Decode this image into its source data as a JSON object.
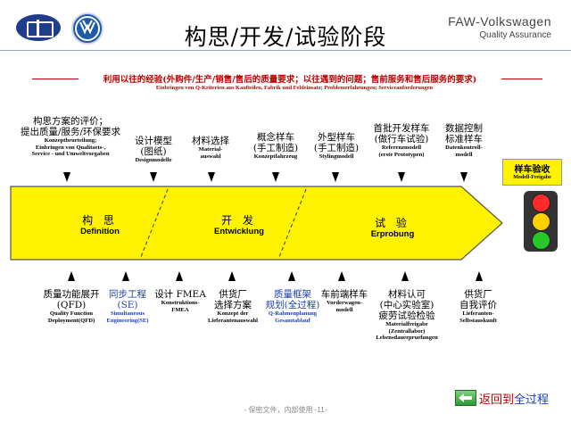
{
  "header": {
    "title": "构思/开发/试验阶段",
    "brand_line1": "FAW-Volkswagen",
    "brand_line2": "Quality Assurance"
  },
  "colors": {
    "accent_red": "#c00000",
    "blue_text": "#1a3fb0",
    "arrow_fill": "#fff200",
    "release_box": "#fff200"
  },
  "intro": {
    "cn": "利用以往的经验(外购件/生产/销售/售后的质量要求；以往遇到的问题；售前服务和售后服务的要求)",
    "de": "Einbringen von Q-Kriterien aus Kaufteilen, Fabrik und Feldeinsatz; Problemerfahrungen; Serviceanforderungen"
  },
  "phases": [
    {
      "cn": "构 思",
      "de": "Definition"
    },
    {
      "cn": "开 发",
      "de": "Entwicklung"
    },
    {
      "cn": "试 验",
      "de": "Erprobung"
    }
  ],
  "top_items": [
    {
      "cn": "构思方案的评价；\n提出质量/服务/环保要求",
      "de": "Konzeptbeurteilung;\nEinbringen von Qualitaets-,\nService - und Umweltvorgaben"
    },
    {
      "cn": "设计模型\n(图纸)",
      "de": "Designmodelle"
    },
    {
      "cn": "材料选择",
      "de": "Material-\nauswahl"
    },
    {
      "cn": "概念样车\n(手工制造)",
      "de": "Konzeptfahrzeug"
    },
    {
      "cn": "外型样车\n(手工制造)",
      "de": "Stylingmodell"
    },
    {
      "cn": "首批开发样车\n(做行车试验)",
      "de": "Referenzmodell\n(erste Prototypen)"
    },
    {
      "cn": "数据控制\n标准样车",
      "de": "Datenkontroll-\nmodell"
    }
  ],
  "bottom_items": [
    {
      "cn": "质量功能展开\n(QFD)",
      "de": "Quality Function\nDeployment(QFD)",
      "blue": false
    },
    {
      "cn": "同步工程\n(SE)",
      "de": "Simultaneous\nEngineering(SE)",
      "blue": true
    },
    {
      "cn": "设计 FMEA",
      "de": "Konstruktions-\nFMEA",
      "blue": false
    },
    {
      "cn": "供货厂\n选择方案",
      "de": "Konzept der\nLieferantenauswahl",
      "blue": false
    },
    {
      "cn": "质量框架\n规划(全过程)",
      "de": "Q-Rahmenplanung\nGesamtablauf",
      "blue": true
    },
    {
      "cn": "车前端样车",
      "de": "Vorderwagen-\nmodell",
      "blue": false
    },
    {
      "cn": "材料认可\n(中心实验室)\n疲劳试验检验",
      "de": "Materialfreigabe\n(Zentrallabor)\nLebensdauerpruefungen",
      "blue": false
    },
    {
      "cn": "供货厂\n自我评价",
      "de": "Lieferanten-\nSelbstauskunft",
      "blue": false
    }
  ],
  "release": {
    "cn": "样车验收",
    "de": "Modell-Freigabe"
  },
  "traffic_light_colors": [
    "#ff2a2a",
    "#ffd000",
    "#28c828"
  ],
  "footer": "- 保密文件，内部使用 -11-",
  "back_link": {
    "part1": "返回到",
    "part2": "全过程"
  }
}
